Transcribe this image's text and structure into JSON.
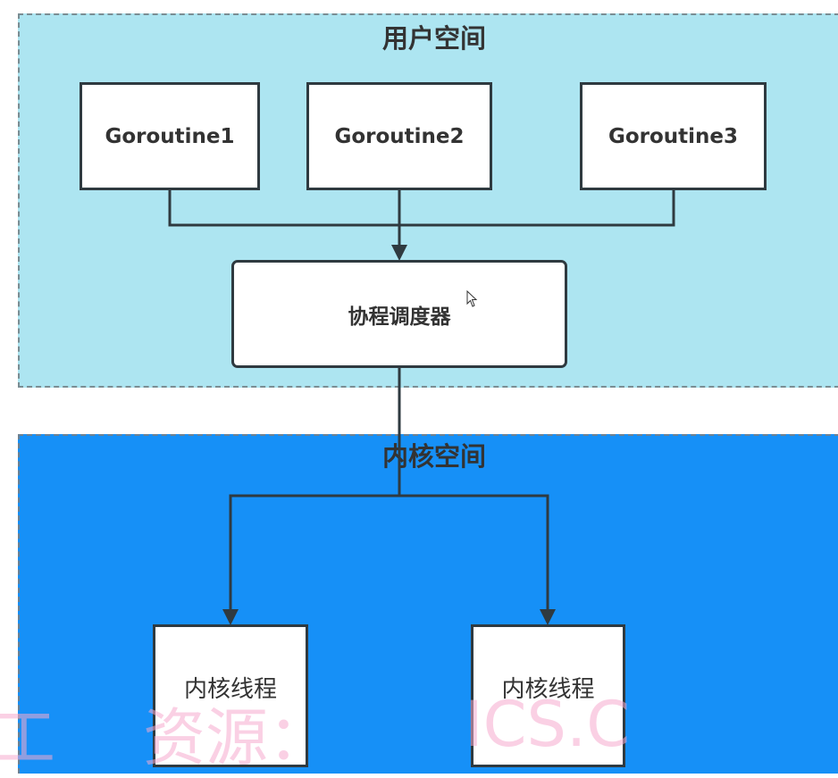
{
  "user_space": {
    "title": "用户空间",
    "background": "#ade5f1",
    "goroutines": [
      "Goroutine1",
      "Goroutine2",
      "Goroutine3"
    ],
    "scheduler": "协程调度器"
  },
  "kernel_space": {
    "title": "内核空间",
    "background": "#1690f7",
    "threads": [
      "内核线程",
      "内核线程"
    ]
  },
  "watermark": [
    "工",
    "资源：",
    "ICS.C"
  ]
}
